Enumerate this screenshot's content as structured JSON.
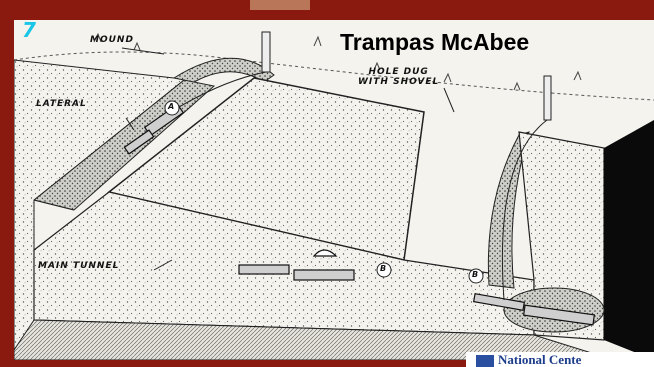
{
  "slide": {
    "number": "7",
    "title": "Trampas McAbee"
  },
  "diagram": {
    "labels": {
      "mound": "MOUND",
      "lateral": "LATERAL",
      "hole": "HOLE DUG\nWITH SHOVEL",
      "main_tunnel": "MAIN TUNNEL",
      "marker_a": "A",
      "marker_b1": "B",
      "marker_b2": "B"
    }
  },
  "logo": {
    "text": "National Cente"
  },
  "colors": {
    "frame": "#8a1a10",
    "number": "#19c6e8",
    "logo_text": "#1c3d8c"
  }
}
